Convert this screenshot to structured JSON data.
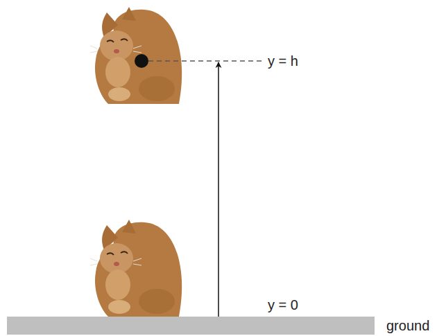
{
  "diagram": {
    "labels": [
      "y = h",
      "y = 0",
      "ground"
    ]
  }
}
